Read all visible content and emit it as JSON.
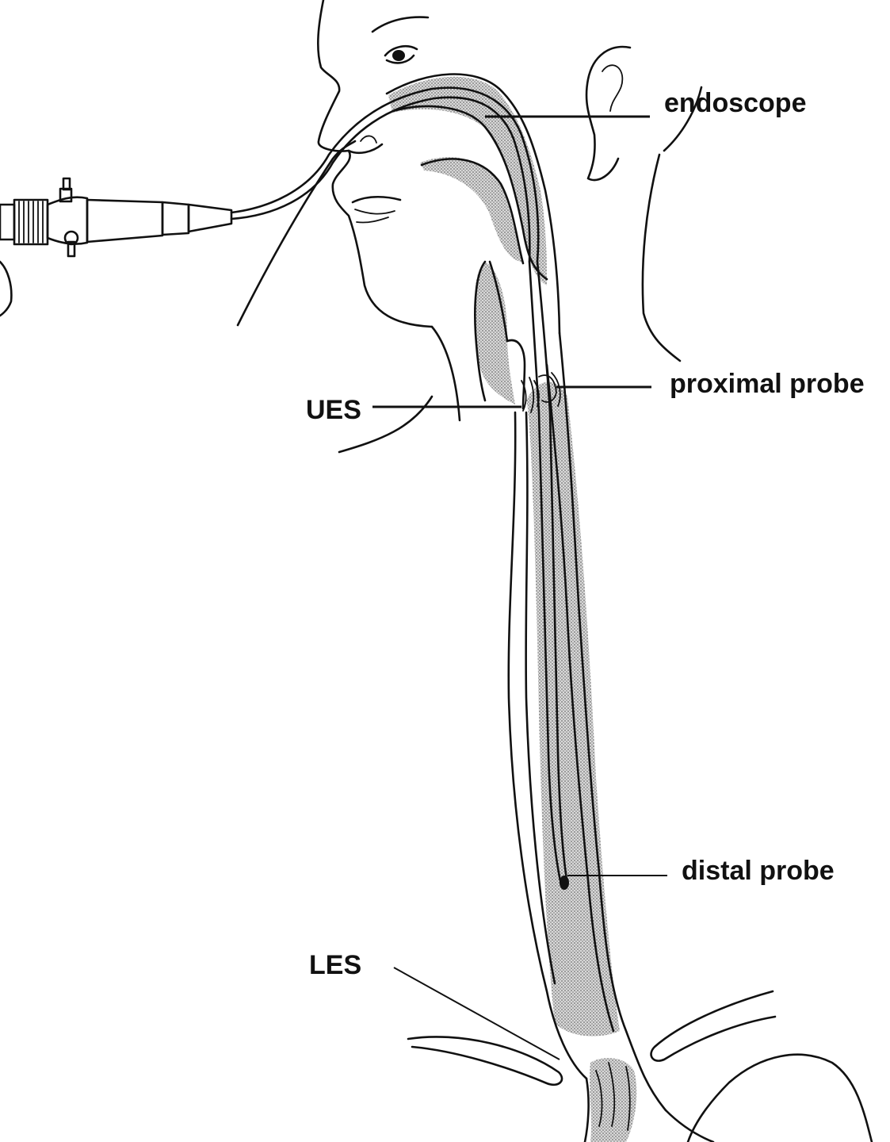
{
  "diagram": {
    "labels": {
      "endoscope": "endoscope",
      "proximal_probe": "proximal probe",
      "ues": "UES",
      "distal_probe": "distal probe",
      "les": "LES"
    },
    "colors": {
      "ink": "#111111",
      "background": "#ffffff",
      "shading": "#8a8a8a"
    }
  }
}
